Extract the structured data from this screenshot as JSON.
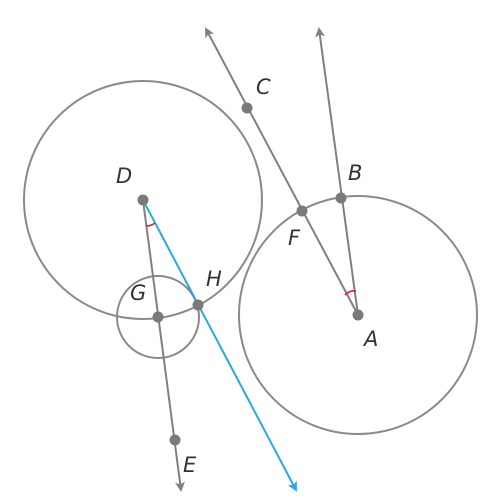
{
  "figure": {
    "labels": {
      "A": "A",
      "B": "B",
      "C": "C",
      "D": "D",
      "E": "E",
      "F": "F",
      "G": "G",
      "H": "H"
    },
    "colors": {
      "construction": "#808080",
      "highlight_ray": "#29a9e0",
      "angle_mark": "#e0202a"
    }
  }
}
